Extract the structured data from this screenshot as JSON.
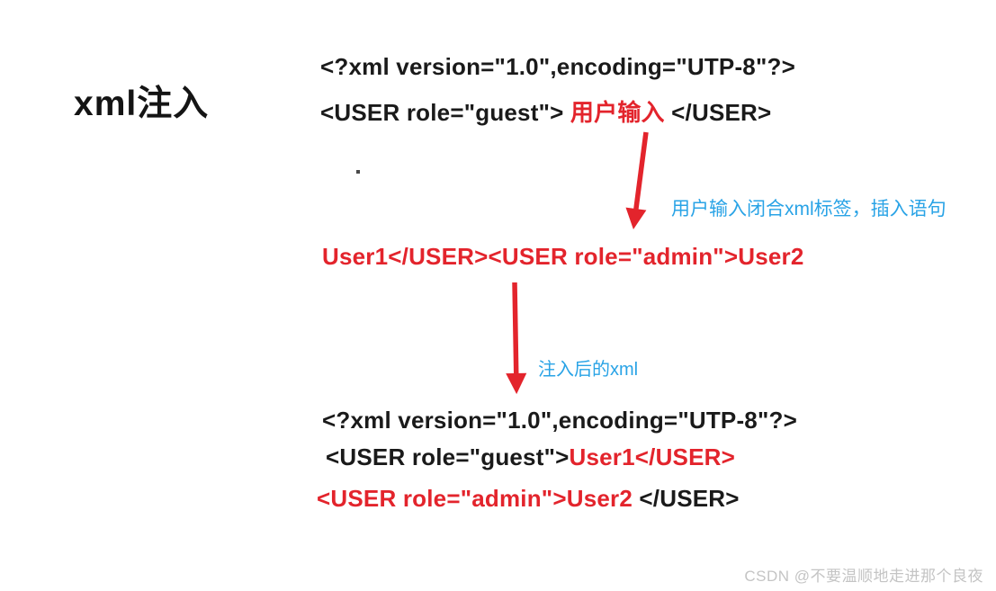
{
  "title": "xml注入",
  "colors": {
    "code_black": "#1a1a1a",
    "highlight_red": "#e3242c",
    "annotation_blue": "#29a3e6",
    "watermark_gray": "#c4c4c4"
  },
  "top_code": {
    "line1": "<?xml version=\"1.0\",encoding=\"UTP-8\"?>",
    "line2_open_tag": "<USER role=\"guest\"> ",
    "line2_user_input": "用户输入",
    "line2_close_tag": " </USER>"
  },
  "annotations": {
    "injection_note": "用户输入闭合xml标签，插入语句",
    "result_note": "注入后的xml"
  },
  "injected_payload": "User1</USER><USER role=\"admin\">User2",
  "result_code": {
    "line1": "<?xml version=\"1.0\",encoding=\"UTP-8\"?>",
    "line2_black": "<USER role=\"guest\">",
    "line2_red": "User1</USER>",
    "line3_red": "<USER role=\"admin\">User2",
    "line3_black": " </USER>"
  },
  "watermark": "CSDN @不要温顺地走进那个良夜"
}
